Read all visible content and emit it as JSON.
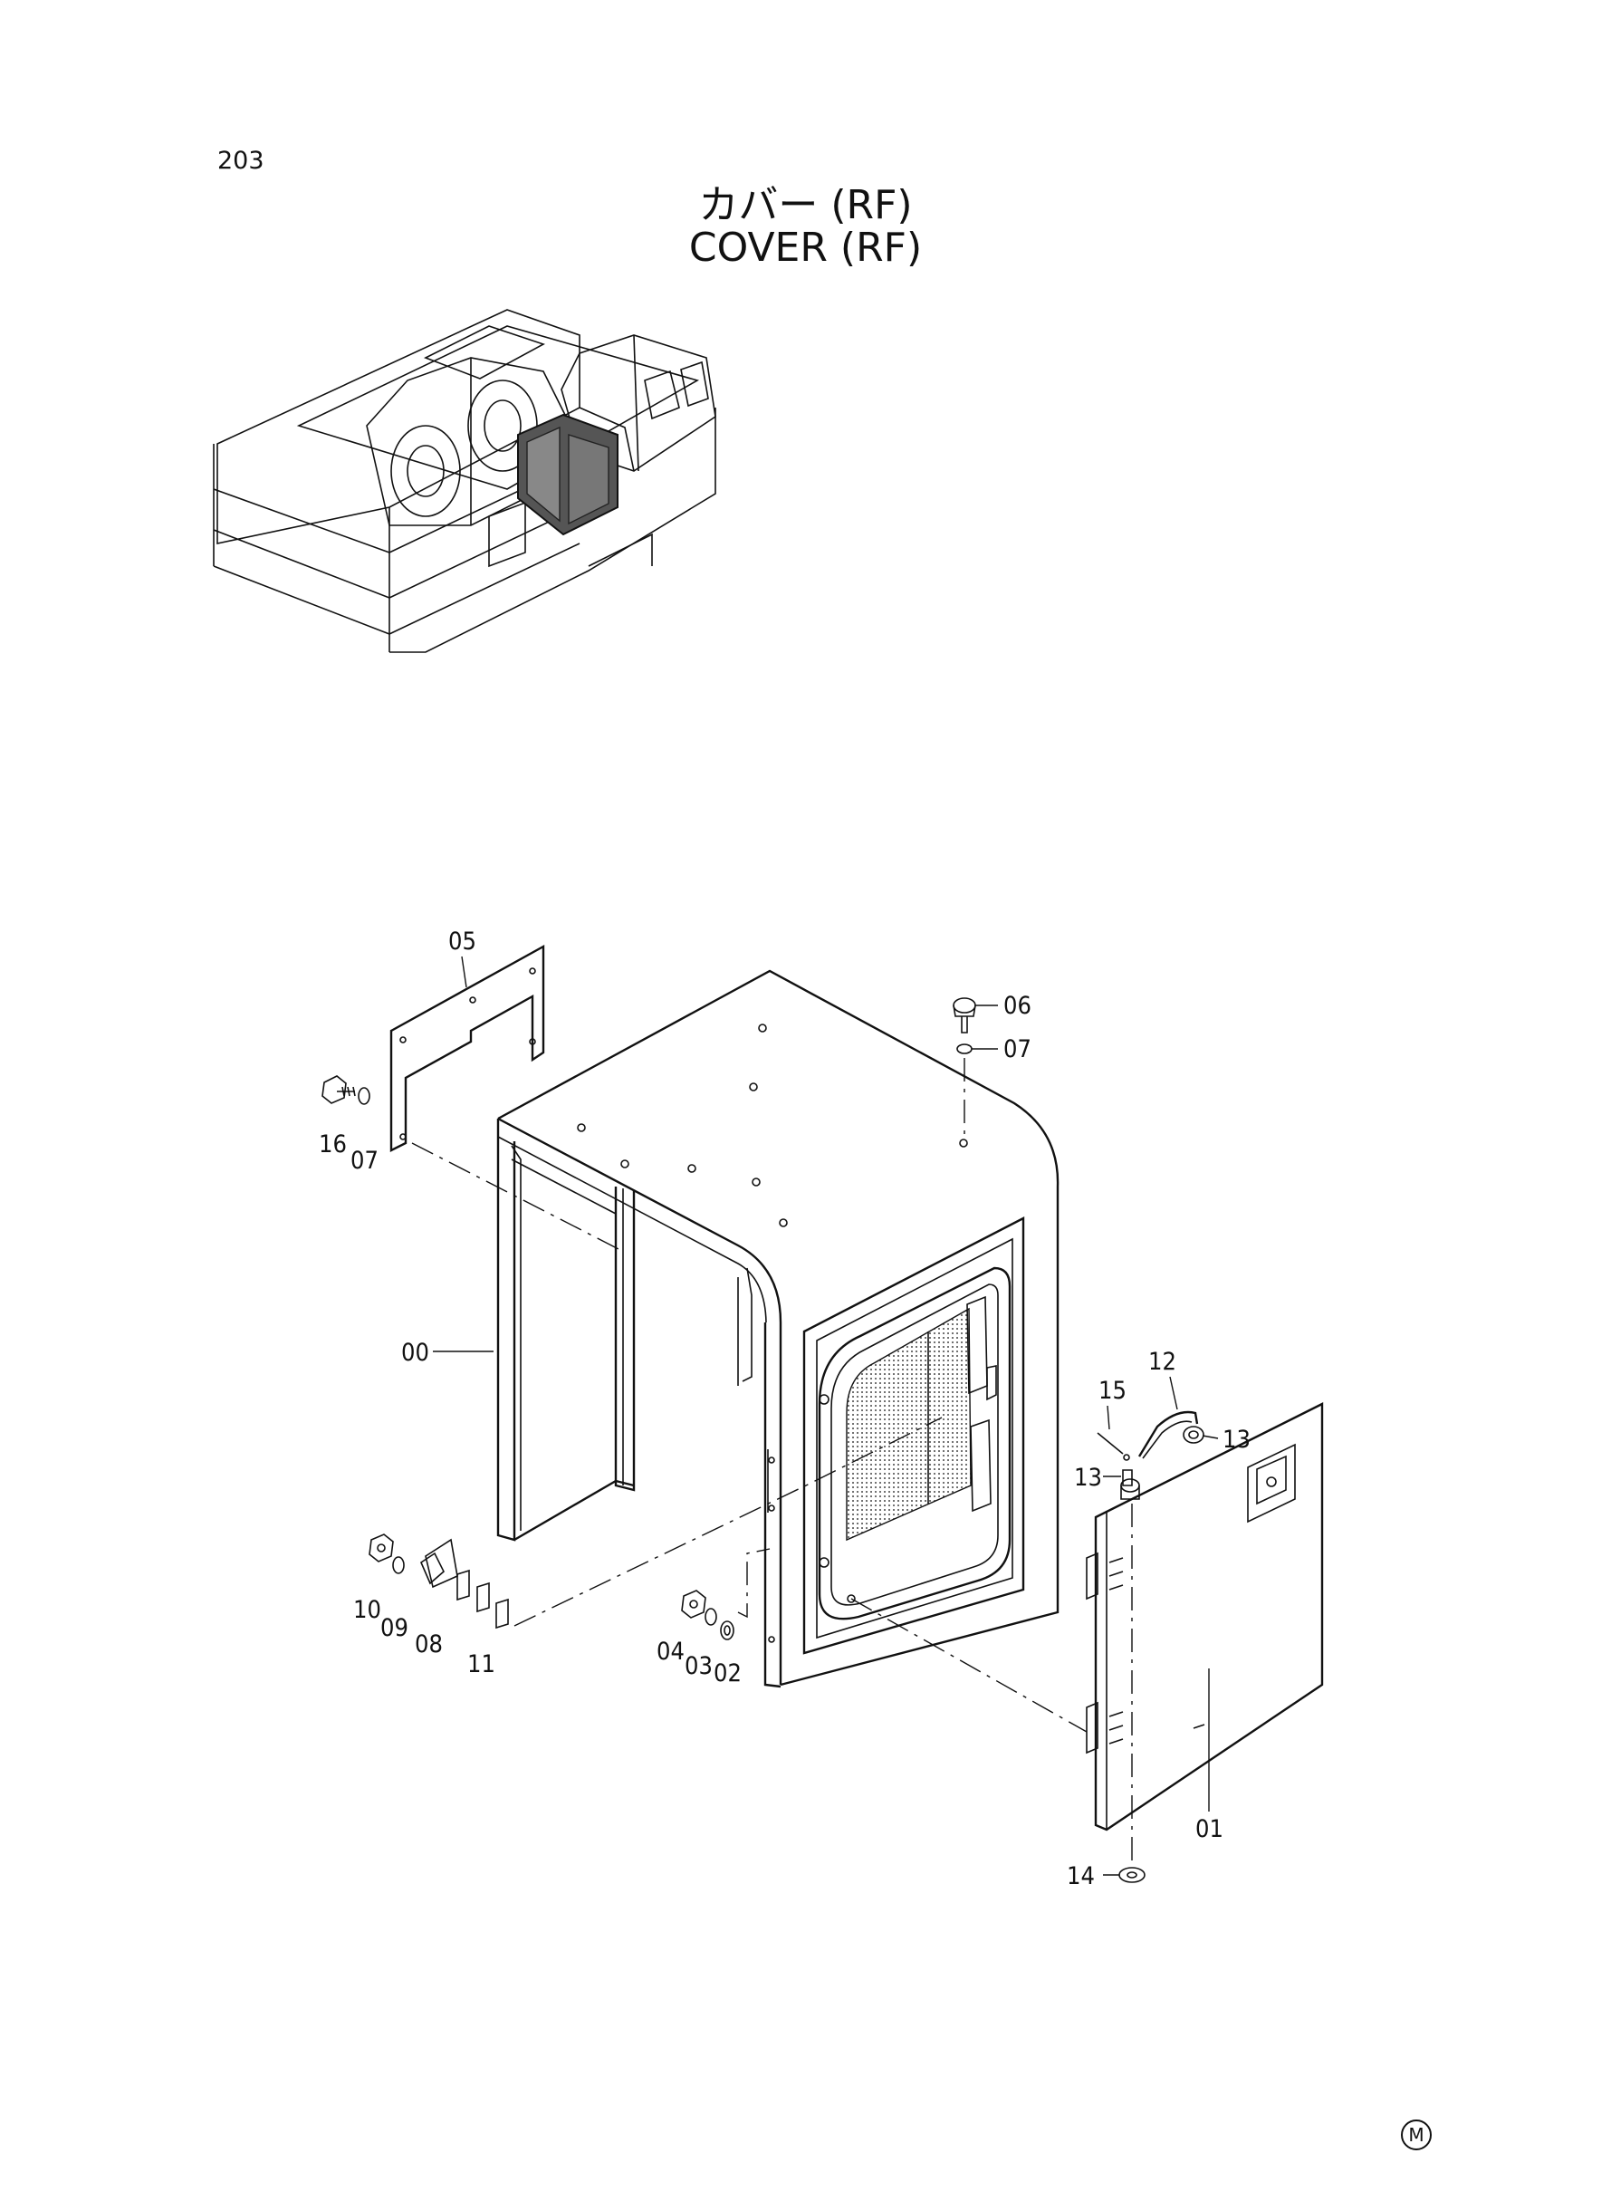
{
  "page_number": "203",
  "title_jp": "カバー (RF)",
  "title_en": "COVER (RF)",
  "mark": "M",
  "icons": {
    "overview": "excavator-overview-icon",
    "cover": "cover-assembly-icon"
  },
  "callouts": {
    "c00": "00",
    "c01": "01",
    "c02": "02",
    "c03": "03",
    "c04": "04",
    "c05": "05",
    "c06": "06",
    "c07a": "07",
    "c07b": "07",
    "c08": "08",
    "c09": "09",
    "c10": "10",
    "c11": "11",
    "c12": "12",
    "c13a": "13",
    "c13b": "13",
    "c14": "14",
    "c15": "15",
    "c16": "16"
  }
}
